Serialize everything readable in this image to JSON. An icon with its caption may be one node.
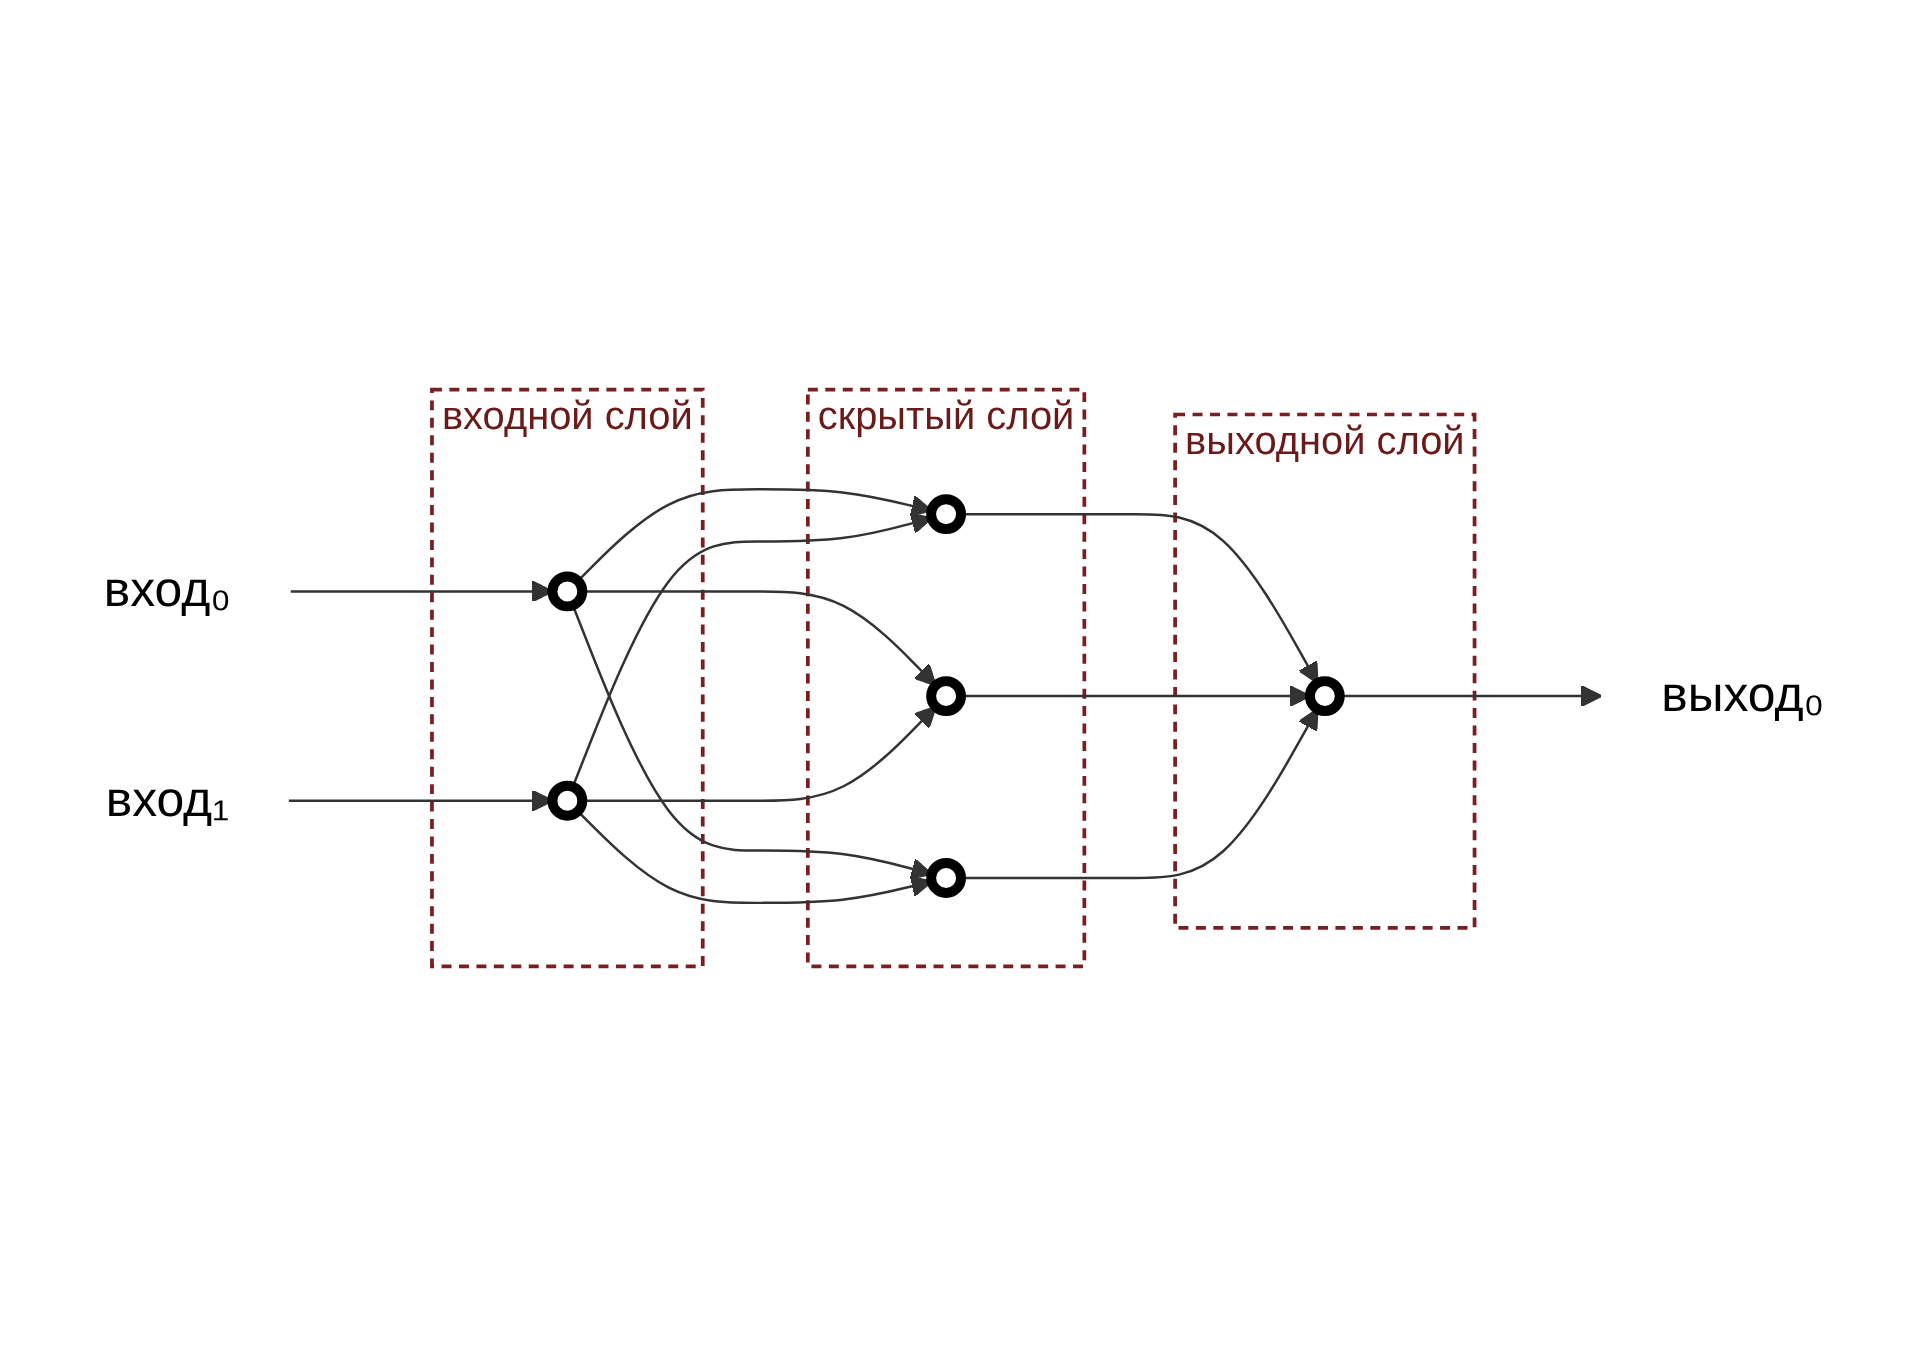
{
  "diagram": {
    "nodes": [
      {
        "text": [
          "вход₀"
        ]
      },
      {
        "text": [
          "вход₁"
        ]
      },
      {
        "text": [
          "входной слой"
        ]
      },
      {
        "text": [],
        "shape": "circle",
        "in": 2
      },
      {
        "text": [],
        "shape": "circle",
        "in": 2
      },
      {
        "text": [
          "скрытый слой"
        ]
      },
      {
        "text": [],
        "shape": "circle",
        "in": 5
      },
      {
        "text": [],
        "shape": "circle",
        "in": 5
      },
      {
        "text": [],
        "shape": "circle",
        "in": 5
      },
      {
        "text": [
          "выходной слой"
        ]
      },
      {
        "text": [],
        "shape": "circle",
        "in": 9
      },
      {
        "text": [
          "выход₀"
        ]
      }
    ],
    "edges": [
      {
        "from": 0,
        "to": 3,
        "arrow": "to"
      },
      {
        "from": 1,
        "to": 4,
        "arrow": "to"
      },
      {
        "from": 3,
        "to": 6,
        "arrow": "to"
      },
      {
        "from": 3,
        "to": 7,
        "arrow": "to"
      },
      {
        "from": 3,
        "to": 8,
        "arrow": "to"
      },
      {
        "from": 4,
        "to": 6,
        "arrow": "to"
      },
      {
        "from": 4,
        "to": 7,
        "arrow": "to"
      },
      {
        "from": 4,
        "to": 8,
        "arrow": "to"
      },
      {
        "from": 6,
        "to": 10,
        "arrow": "to"
      },
      {
        "from": 7,
        "to": 10,
        "arrow": "to"
      },
      {
        "from": 8,
        "to": 10,
        "arrow": "to"
      },
      {
        "from": 10,
        "to": 11,
        "arrow": "to"
      }
    ]
  }
}
